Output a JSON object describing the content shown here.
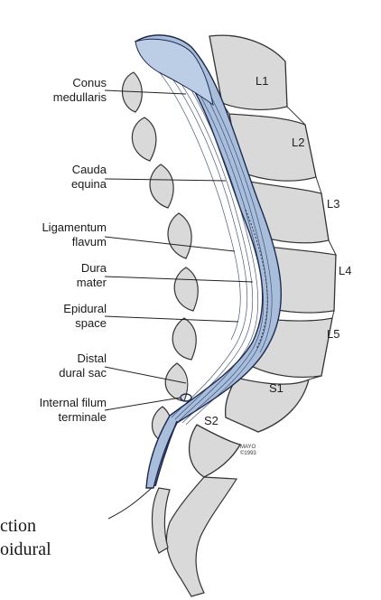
{
  "labels": {
    "conus": [
      "Conus",
      "medullaris"
    ],
    "cauda": [
      "Cauda",
      "equina"
    ],
    "ligamentum": [
      "Ligamentum",
      "flavum"
    ],
    "dura": [
      "Dura",
      "mater"
    ],
    "epidural": [
      "Epidural",
      "space"
    ],
    "distal": [
      "Distal",
      "dural sac"
    ],
    "filum": [
      "Internal filum",
      "terminale"
    ]
  },
  "vertebrae": [
    "L1",
    "L2",
    "L3",
    "L4",
    "L5",
    "S1",
    "S2"
  ],
  "watermark": [
    "MAYO",
    "©1993"
  ],
  "bottom_text": [
    "ction",
    "oidural"
  ],
  "colors": {
    "bone_fill": "#d9d9d9",
    "bone_stroke": "#333333",
    "dura_fill": "#a9bedb",
    "fiber": "#2a3b66",
    "line": "#222222"
  }
}
